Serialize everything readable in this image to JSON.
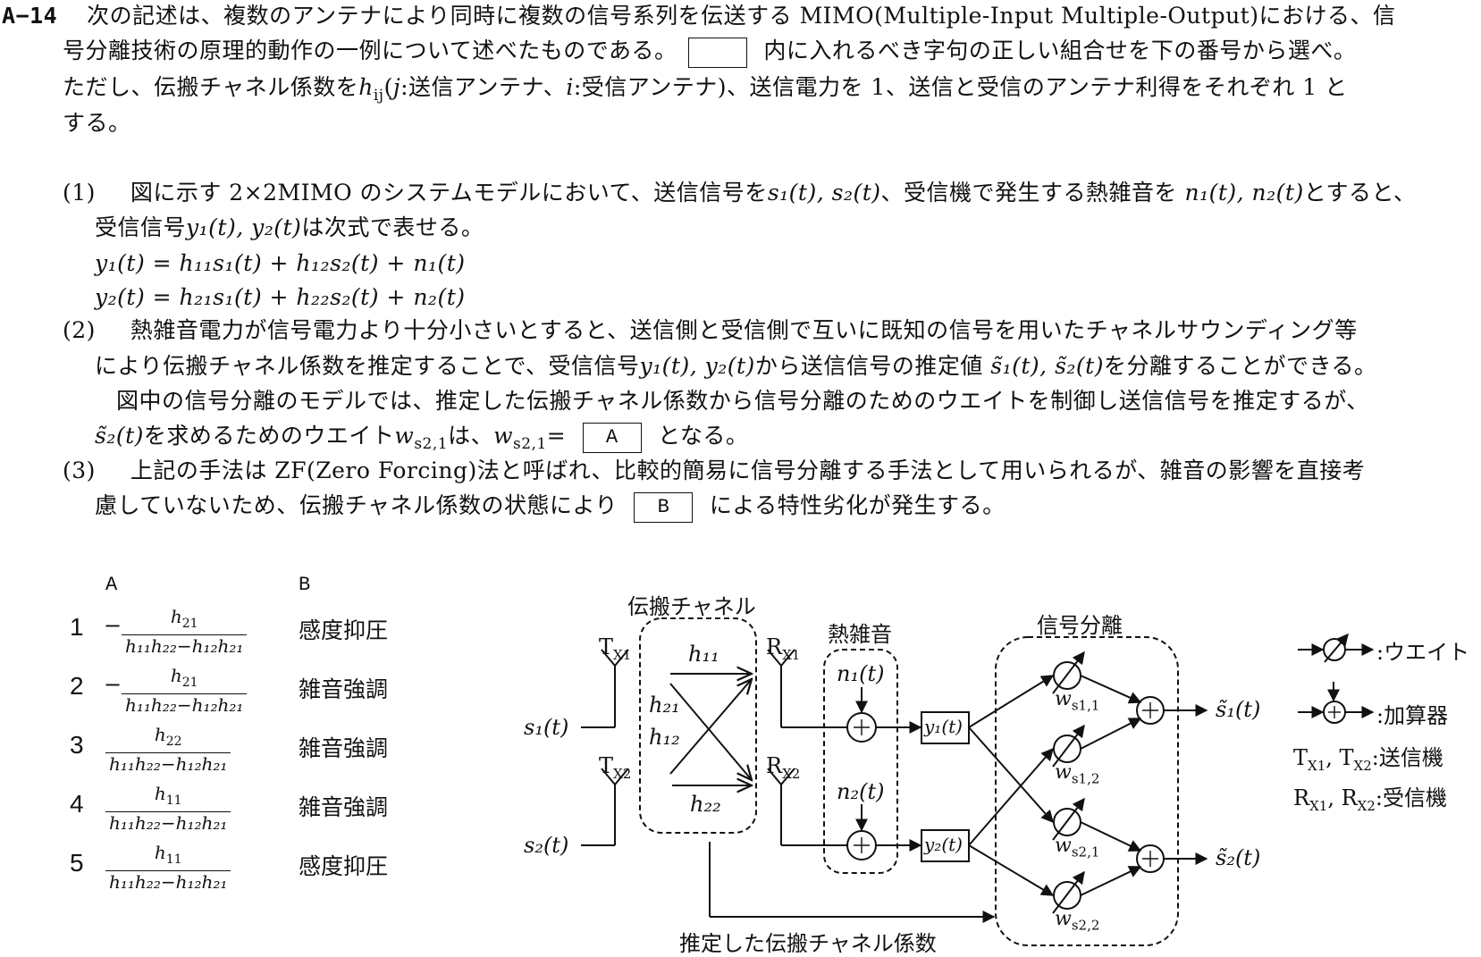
{
  "question": {
    "number": "A−14",
    "intro_line1": "次の記述は、複数のアンテナにより同時に複数の信号系列を伝送する MIMO(Multiple-Input Multiple-Output)における、信",
    "intro_line2_a": "号分離技術の原理的動作の一例について述べたものである。",
    "intro_line2_b": "内に入れるべき字句の正しい組合せを下の番号から選べ。",
    "intro_line3_a": "ただし、伝搬チャネル係数を",
    "intro_line3_hij": "h",
    "intro_line3_hij_sub": "ij",
    "intro_line3_b": "(",
    "intro_line3_j": "j",
    "intro_line3_c": ":送信アンテナ、",
    "intro_line3_i": "i",
    "intro_line3_d": ":受信アンテナ)、送信電力を 1、送信と受信のアンテナ利得をそれぞれ 1 と",
    "intro_line4": "する。"
  },
  "items": {
    "item1": {
      "label": "(1)",
      "line1_a": "図に示す 2×2MIMO のシステムモデルにおいて、送信信号を",
      "line1_sig": "s₁(t), s₂(t)",
      "line1_b": "、受信機で発生する熱雑音を",
      "line1_noise": "n₁(t), n₂(t)",
      "line1_c": "とすると、",
      "line2_a": "受信信号",
      "line2_sig": "y₁(t), y₂(t)",
      "line2_b": "は次式で表せる。",
      "eq1": "y₁(t) = h₁₁s₁(t) + h₁₂s₂(t) + n₁(t)",
      "eq2": "y₂(t) = h₂₁s₁(t) + h₂₂s₂(t) + n₂(t)"
    },
    "item2": {
      "label": "(2)",
      "line1": "熱雑音電力が信号電力より十分小さいとすると、送信側と受信側で互いに既知の信号を用いたチャネルサウンディング等",
      "line2_a": "により伝搬チャネル係数を推定することで、受信信号",
      "line2_sig": "y₁(t), y₂(t)",
      "line2_b": "から送信信号の推定値",
      "line2_est": "s̃₁(t), s̃₂(t)",
      "line2_c": "を分離することができる。",
      "line3": "図中の信号分離のモデルでは、推定した伝搬チャネル係数から信号分離のためのウエイトを制御し送信信号を推定するが、",
      "line4_sig": "s̃₂(t)",
      "line4_a": "を求めるためのウエイト",
      "line4_w": "w",
      "line4_w_sub": "s2,1",
      "line4_b": "は、",
      "line4_w2": "w",
      "line4_w2_sub": "s2,1",
      "line4_eq": "=",
      "blank_a": "A",
      "line4_c": "となる。"
    },
    "item3": {
      "label": "(3)",
      "line1": "上記の手法は ZF(Zero Forcing)法と呼ばれ、比較的簡易に信号分離する手法として用いられるが、雑音の影響を直接考",
      "line2_a": "慮していないため、伝搬チャネル係数の状態により",
      "blank_b": "B",
      "line2_b": "による特性劣化が発生する。"
    }
  },
  "options": {
    "header_a": "A",
    "header_b": "B",
    "rows": [
      {
        "num": "1",
        "sign": "−",
        "numerator": "h21",
        "num_base": "h",
        "num_sub": "21",
        "denominator": "h₁₁h₂₂−h₁₂h₂₁",
        "b": "感度抑圧"
      },
      {
        "num": "2",
        "sign": "−",
        "numerator": "h21",
        "num_base": "h",
        "num_sub": "21",
        "denominator": "h₁₁h₂₂−h₁₂h₂₁",
        "b": "雑音強調"
      },
      {
        "num": "3",
        "sign": "",
        "numerator": "h22",
        "num_base": "h",
        "num_sub": "22",
        "denominator": "h₁₁h₂₂−h₁₂h₂₁",
        "b": "雑音強調"
      },
      {
        "num": "4",
        "sign": "",
        "numerator": "h11",
        "num_base": "h",
        "num_sub": "11",
        "denominator": "h₁₁h₂₂−h₁₂h₂₁",
        "b": "雑音強調"
      },
      {
        "num": "5",
        "sign": "",
        "numerator": "h11",
        "num_base": "h",
        "num_sub": "11",
        "denominator": "h₁₁h₂₂−h₁₂h₂₁",
        "b": "感度抑圧"
      }
    ]
  },
  "diagram": {
    "channel_title": "伝搬チャネル",
    "noise_title": "熱雑音",
    "separation_title": "信号分離",
    "tx1": "T",
    "tx1_sub": "X1",
    "tx2": "T",
    "tx2_sub": "X2",
    "rx1": "R",
    "rx1_sub": "X1",
    "rx2": "R",
    "rx2_sub": "X2",
    "s1": "s₁(t)",
    "s2": "s₂(t)",
    "h11": "h₁₁",
    "h21": "h₂₁",
    "h12": "h₁₂",
    "h22": "h₂₂",
    "n1": "n₁(t)",
    "n2": "n₂(t)",
    "y1": "y₁(t)",
    "y2": "y₂(t)",
    "ws11": "w",
    "ws11_sub": "s1,1",
    "ws12": "w",
    "ws12_sub": "s1,2",
    "ws21": "w",
    "ws21_sub": "s2,1",
    "ws22": "w",
    "ws22_sub": "s2,2",
    "s1_est": "s̃₁(t)",
    "s2_est": "s̃₂(t)",
    "estimated_channel_label": "推定した伝搬チャネル係数",
    "legend": {
      "weight": ":ウエイト",
      "adder": ":加算器",
      "tx_label": "T",
      "tx_sub1": "X1",
      "tx_sep": ", T",
      "tx_sub2": "X2",
      "tx_desc": ":送信機",
      "rx_label": "R",
      "rx_sub1": "X1",
      "rx_sep": ", R",
      "rx_sub2": "X2",
      "rx_desc": ":受信機"
    }
  }
}
